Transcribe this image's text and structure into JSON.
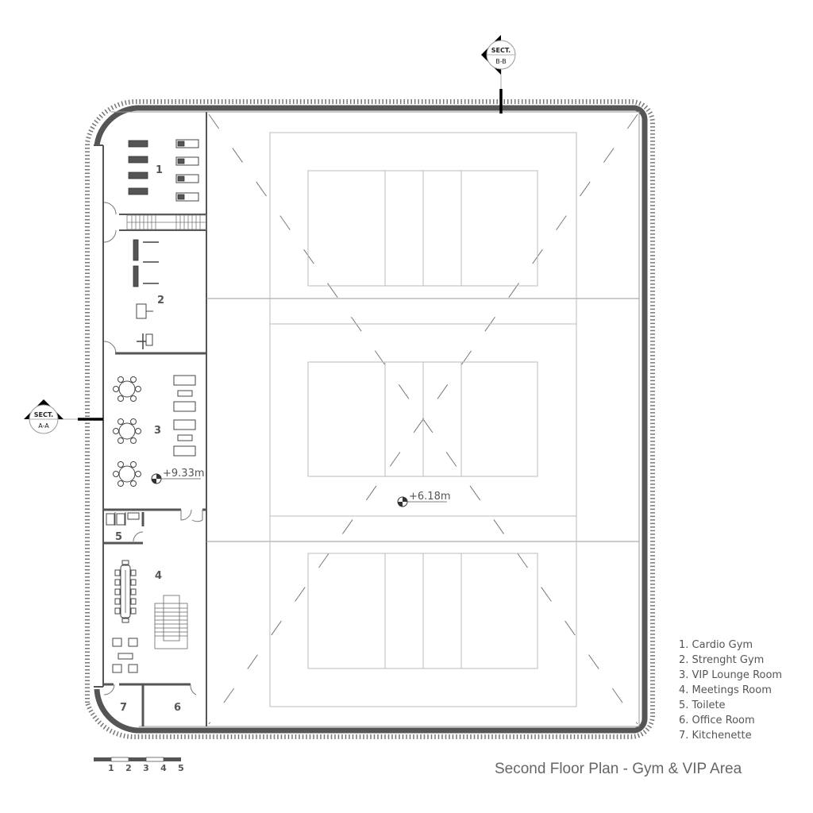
{
  "title": "Second Floor Plan - Gym & VIP Area",
  "rooms": {
    "r1": "1",
    "r2": "2",
    "r3": "3",
    "r4": "4",
    "r5": "5",
    "r6": "6",
    "r7": "7"
  },
  "legend": [
    "1. Cardio Gym",
    "2. Strenght Gym",
    "3. VIP Lounge Room",
    "4. Meetings Room",
    "5. Toilete",
    "6. Office Room",
    "7. Kitchenette"
  ],
  "levels": {
    "vip": "+9.33m",
    "court": "+6.18m"
  },
  "sections": {
    "a": {
      "top": "SECT.",
      "bottom": "A-A"
    },
    "b": {
      "top": "SECT.",
      "bottom": "B-B"
    }
  },
  "scale_bar": [
    "1",
    "2",
    "3",
    "4",
    "5"
  ],
  "colors": {
    "wall": "#555555",
    "text": "#555555"
  }
}
